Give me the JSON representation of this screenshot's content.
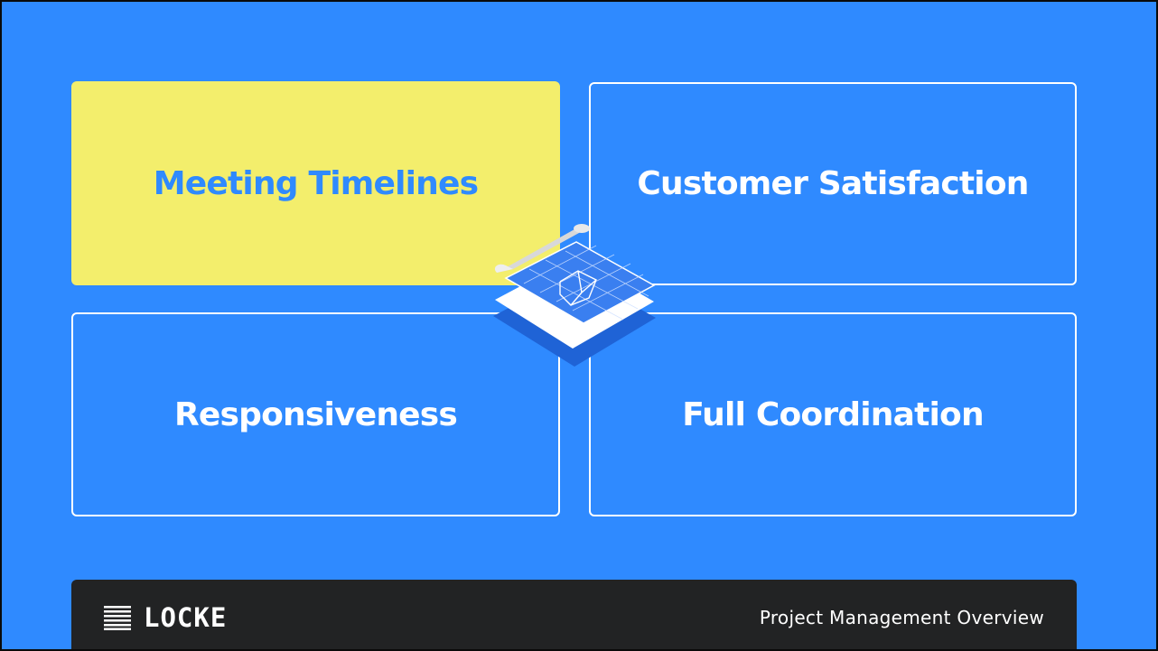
{
  "theme": {
    "background": "#2f8aff",
    "highlight": "#f3ee6c",
    "card_border": "#ffffff",
    "footer": "#222324",
    "text": "#ffffff"
  },
  "cards": [
    {
      "label": "Meeting Timelines",
      "active": true
    },
    {
      "label": "Customer Satisfaction",
      "active": false
    },
    {
      "label": "Responsiveness",
      "active": false
    },
    {
      "label": "Full Coordination",
      "active": false
    }
  ],
  "center_graphic": {
    "icon": "blueprint-icon"
  },
  "footer": {
    "logo_icon": "horizontal-lines-icon",
    "logo_text": "LOCKE",
    "title": "Project Management Overview"
  }
}
